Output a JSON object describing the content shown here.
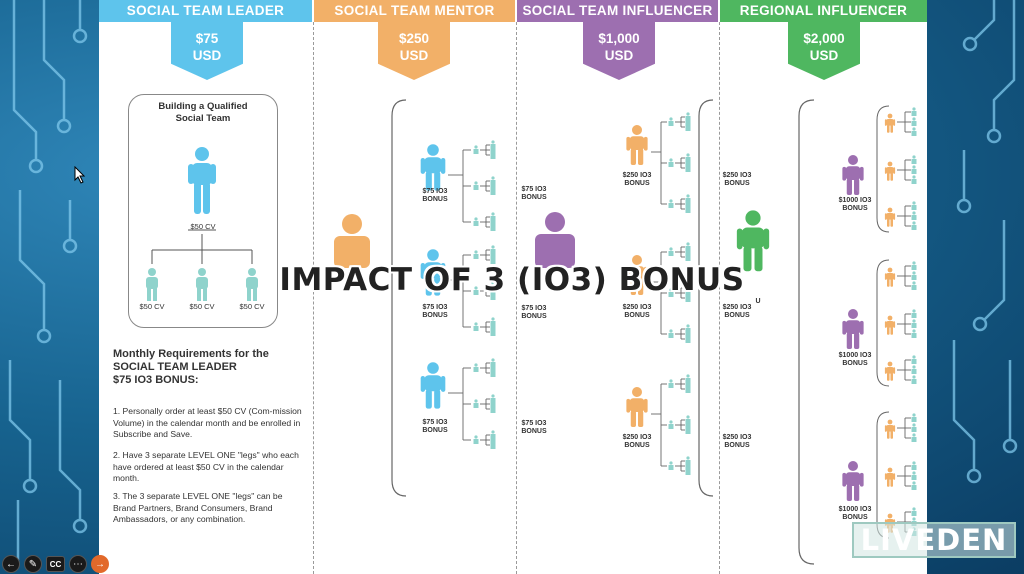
{
  "columns": [
    {
      "header": "SOCIAL TEAM LEADER",
      "amount": "$75",
      "currency": "USD",
      "color": "#5ec4ec"
    },
    {
      "header": "SOCIAL TEAM MENTOR",
      "amount": "$250",
      "currency": "USD",
      "color": "#f2b068"
    },
    {
      "header": "SOCIAL TEAM INFLUENCER",
      "amount": "$1,000",
      "currency": "USD",
      "color": "#9d6fb0"
    },
    {
      "header": "REGIONAL INFLUENCER",
      "amount": "$2,000",
      "currency": "USD",
      "color": "#4fb760"
    }
  ],
  "team_box": {
    "title_line1": "Building a Qualified",
    "title_line2": "Social Team",
    "top_cv": "$50 CV",
    "leg_cv": [
      "$50 CV",
      "$50 CV",
      "$50 CV"
    ]
  },
  "requirements": {
    "title_line1": "Monthly Requirements for the",
    "title_line2": "SOCIAL TEAM LEADER",
    "title_line3": "$75 IO3 BONUS:",
    "item1": "1. Personally order at least $50 CV (Com-mission Volume) in the calendar month and be enrolled in Subscribe and Save.",
    "item2": "2. Have 3 separate LEVEL ONE \"legs\" who each have ordered at least $50 CV in the calendar month.",
    "item3": "3. The 3 separate LEVEL ONE \"legs\" can be Brand Partners, Brand Consumers, Brand Ambassadors, or any combination."
  },
  "mentor_labels": {
    "line1": "$75 IO3",
    "line2": "BONUS"
  },
  "influencer_labels": {
    "line1": "$250 IO3",
    "line2": "BONUS"
  },
  "regional_labels": {
    "line1": "$1000 IO3",
    "line2": "BONUS"
  },
  "regional_partial_label": "U",
  "overlay_title": "IMPACT OF 3 (IO3) BONUS",
  "watermark": "LIVEDEN",
  "toolbar": {
    "back_icon": "back-arrow-icon",
    "pen_icon": "pen-icon",
    "cc_label": "CC",
    "more_icon": "more-dots-icon",
    "next_icon": "forward-arrow-icon"
  },
  "colors": {
    "blue": "#5ec4ec",
    "orange": "#f2b068",
    "purple": "#9d6fb0",
    "green": "#4fb760",
    "teal": "#8fd3cc"
  }
}
